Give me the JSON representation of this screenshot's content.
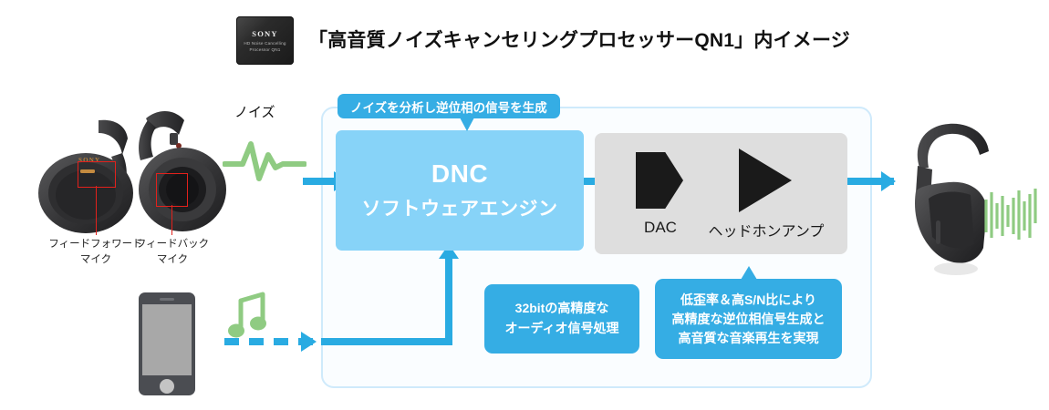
{
  "header": {
    "chip": {
      "brand": "SONY",
      "line2": "HD Noise Cancelling",
      "line3": "Processor QN1"
    },
    "title": "「高音質ノイズキャンセリングプロセッサーQN1」内イメージ"
  },
  "diagram": {
    "noise_label": "ノイズ",
    "top_callout": "ノイズを分析し逆位相の信号を生成",
    "engine": {
      "line1": "DNC",
      "line2": "ソフトウェアエンジン"
    },
    "dac_label": "DAC",
    "amp_label": "ヘッドホンアンプ",
    "callout_32bit": {
      "line1": "32bitの高精度な",
      "line2": "オーディオ信号処理"
    },
    "callout_sn": {
      "line1": "低歪率＆高S/N比により",
      "line2": "高精度な逆位相信号生成と",
      "line3": "高音質な音楽再生を実現"
    },
    "mic_feedforward": {
      "line1": "フィードフォワード",
      "line2": "マイク"
    },
    "mic_feedback": {
      "line1": "フィードバック",
      "line2": "マイク"
    }
  },
  "colors": {
    "arrow_blue": "#29abe2",
    "callout_blue": "#35ade4",
    "engine_blue": "#87d3f8",
    "frame_border": "#cfeafb",
    "block_gray": "#dedede",
    "wave_green": "#8fcb82",
    "highlight_red": "#e2211c"
  }
}
